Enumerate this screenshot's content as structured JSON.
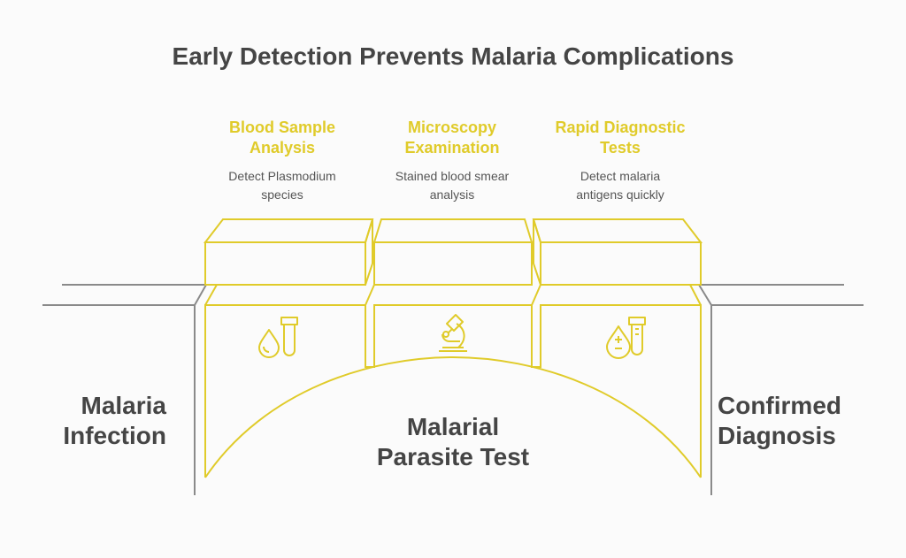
{
  "title": "Early Detection Prevents Malaria Complications",
  "steps": [
    {
      "heading_line1": "Blood Sample",
      "heading_line2": "Analysis",
      "desc_line1": "Detect Plasmodium",
      "desc_line2": "species",
      "icon": "blood-drop-test-tube-icon"
    },
    {
      "heading_line1": "Microscopy",
      "heading_line2": "Examination",
      "desc_line1": "Stained blood smear",
      "desc_line2": "analysis",
      "icon": "microscope-icon"
    },
    {
      "heading_line1": "Rapid Diagnostic",
      "heading_line2": "Tests",
      "desc_line1": "Detect malaria",
      "desc_line2": "antigens quickly",
      "icon": "plus-minus-drop-test-tube-icon"
    }
  ],
  "left_label": {
    "line1": "Malaria",
    "line2": "Infection"
  },
  "center_label": {
    "line1": "Malarial",
    "line2": "Parasite Test"
  },
  "right_label": {
    "line1": "Confirmed",
    "line2": "Diagnosis"
  },
  "colors": {
    "accent": "#e0cb2a",
    "text": "#454545",
    "line": "#8a8a8a"
  }
}
